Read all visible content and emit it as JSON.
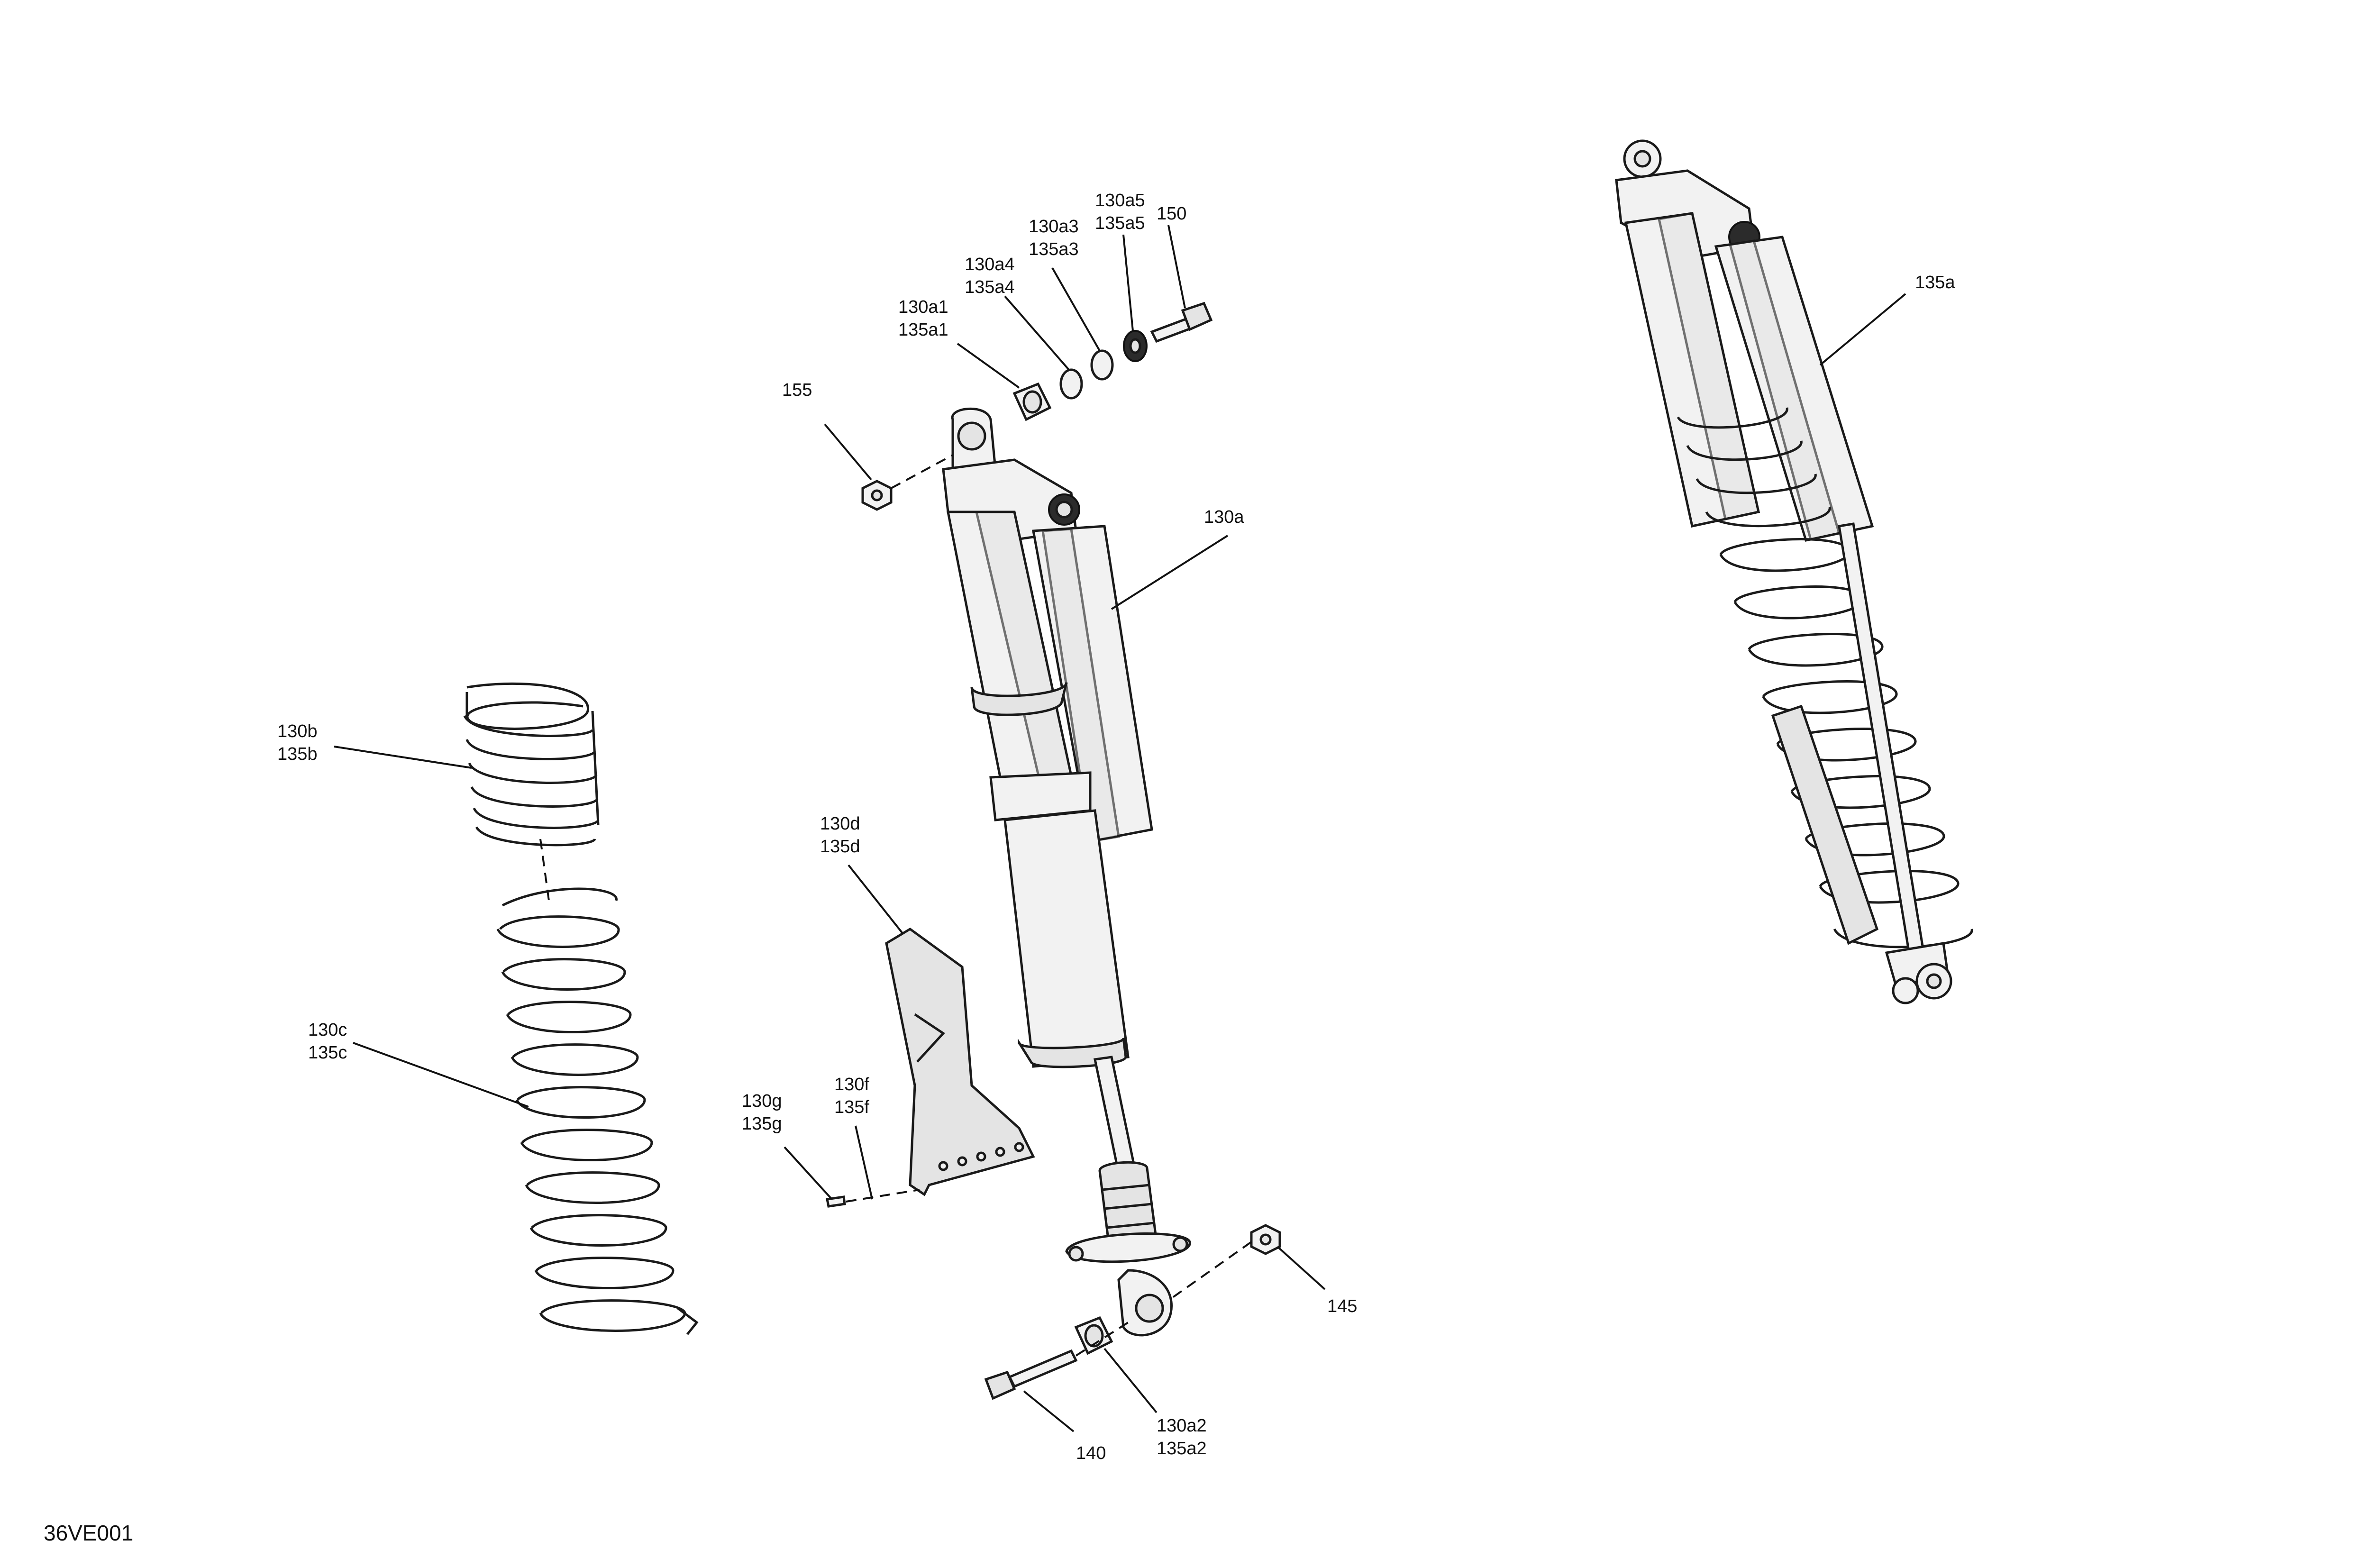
{
  "diagram": {
    "reference_code": "36VE001",
    "callouts": [
      {
        "id": "c-155",
        "lines": [
          "155"
        ]
      },
      {
        "id": "c-130a1",
        "lines": [
          "130a1",
          "135a1"
        ]
      },
      {
        "id": "c-130a4",
        "lines": [
          "130a4",
          "135a4"
        ]
      },
      {
        "id": "c-130a3",
        "lines": [
          "130a3",
          "135a3"
        ]
      },
      {
        "id": "c-130a5",
        "lines": [
          "130a5",
          "135a5"
        ]
      },
      {
        "id": "c-150",
        "lines": [
          "150"
        ]
      },
      {
        "id": "c-130a",
        "lines": [
          "130a"
        ]
      },
      {
        "id": "c-135a",
        "lines": [
          "135a"
        ]
      },
      {
        "id": "c-130b",
        "lines": [
          "130b",
          "135b"
        ]
      },
      {
        "id": "c-130c",
        "lines": [
          "130c",
          "135c"
        ]
      },
      {
        "id": "c-130d",
        "lines": [
          "130d",
          "135d"
        ]
      },
      {
        "id": "c-130g",
        "lines": [
          "130g",
          "135g"
        ]
      },
      {
        "id": "c-130f",
        "lines": [
          "130f",
          "135f"
        ]
      },
      {
        "id": "c-145",
        "lines": [
          "145"
        ]
      },
      {
        "id": "c-130a2",
        "lines": [
          "130a2",
          "135a2"
        ]
      },
      {
        "id": "c-140",
        "lines": [
          "140"
        ]
      }
    ]
  }
}
